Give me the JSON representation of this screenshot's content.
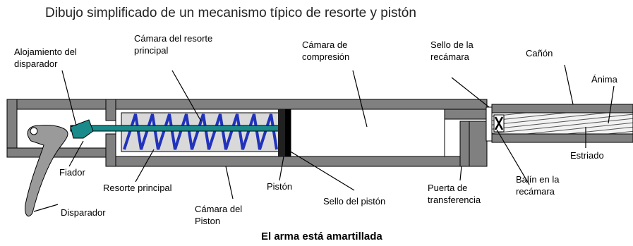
{
  "title": "Dibujo simplificado de un mecanismo típico de resorte y pistón",
  "caption": "El arma está amartillada",
  "labels": {
    "alojamiento_disparador": "Alojamiento del disparador",
    "camara_resorte_principal": "Cámara del resorte principal",
    "camara_compresion": "Cámara de compresión",
    "sello_recamara": "Sello de la recámara",
    "canon": "Cañón",
    "anima": "Ánima",
    "estriado": "Estriado",
    "fiador": "Fiador",
    "resorte_principal": "Resorte principal",
    "piston": "Pistón",
    "sello_piston": "Sello del pistón",
    "puerta_transferencia": "Puerta de transferencia",
    "balin_recamara": "Balín en la recámara",
    "disparador": "Disparador",
    "camara_piston": "Cámara del Piston"
  },
  "colors": {
    "housing": "#808080",
    "spring": "#2233bb",
    "sear_rod": "#1a8a8a",
    "seal": "#000000",
    "background": "#ffffff"
  }
}
